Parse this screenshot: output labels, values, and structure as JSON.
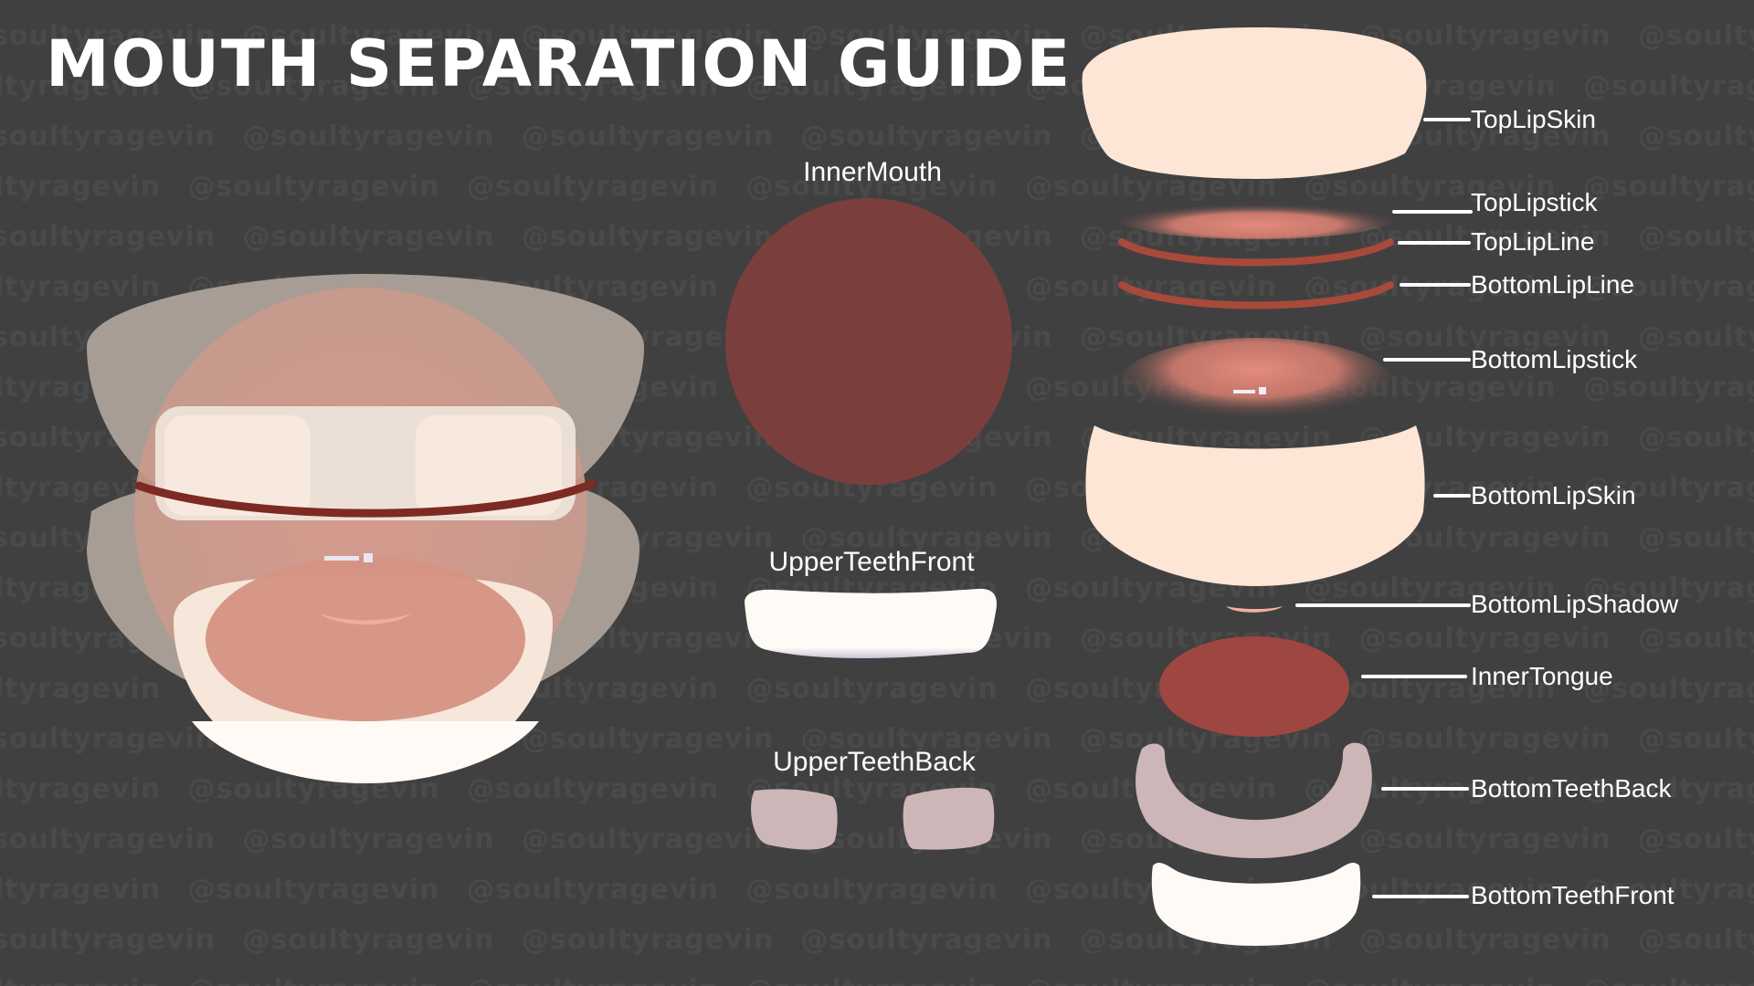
{
  "title": "MOUTH SEPARATION GUIDE",
  "watermark": "@soultyragevin",
  "colors": {
    "background": "#404040",
    "skin": "#fde6d6",
    "inner_mouth": "#7a3f3c",
    "lip_line": "#a84a3a",
    "lipstick": "#e2897a",
    "tongue": "#9e4640",
    "teeth_front": "#fffaf5",
    "teeth_back": "#cdb6b7",
    "lip_shadow": "#f0b09c"
  },
  "center_labels": {
    "inner_mouth": "InnerMouth",
    "upper_teeth_front": "UpperTeethFront",
    "upper_teeth_back": "UpperTeethBack"
  },
  "layers": [
    {
      "name": "TopLipSkin"
    },
    {
      "name": "TopLipstick"
    },
    {
      "name": "TopLipLine"
    },
    {
      "name": "BottomLipLine"
    },
    {
      "name": "BottomLipstick"
    },
    {
      "name": "BottomLipSkin"
    },
    {
      "name": "BottomLipShadow"
    },
    {
      "name": "InnerTongue"
    },
    {
      "name": "BottomTeethBack"
    },
    {
      "name": "BottomTeethFront"
    }
  ]
}
